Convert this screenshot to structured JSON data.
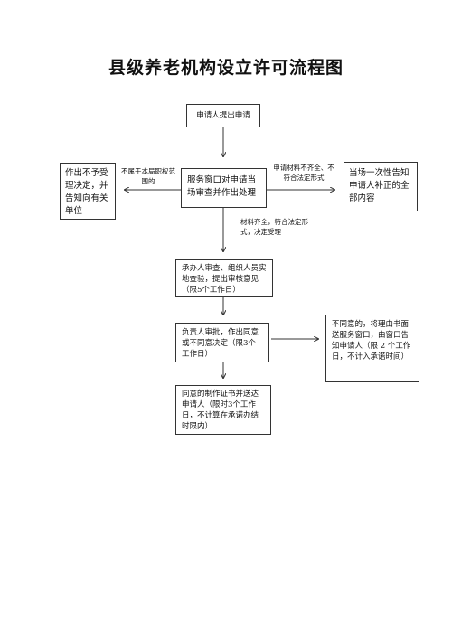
{
  "title": "县级养老机构设立许可流程图",
  "steps": {
    "apply": "申请人提出申请",
    "window_review": "服务窗口对申请当场审查并作出处理",
    "reject": "作出不予受理决定，并告知向有关单位",
    "supplement": "当场一次性告知申请人补正的全部内容",
    "onsite_review": "承办人审查、组织人员实地查验，提出审核意见（限5个工作日）",
    "leader_approval": "负责人审批，作出同意或不同意决定（限3个工作日）",
    "disagree": "不同意的，将理由书面送服务窗口，由窗口告知申请人（限 2 个工作日，不计入承诺时间）",
    "certificate": "同意的制作证书并送达申请人（限时3个工作日，不计算在承诺办结时限内）"
  },
  "labels": {
    "out_of_scope": "不属于本局职权范围的",
    "incomplete": "申请材料不齐全、不符合法定形式",
    "complete": "材料齐全，符合法定形式，决定受理"
  }
}
